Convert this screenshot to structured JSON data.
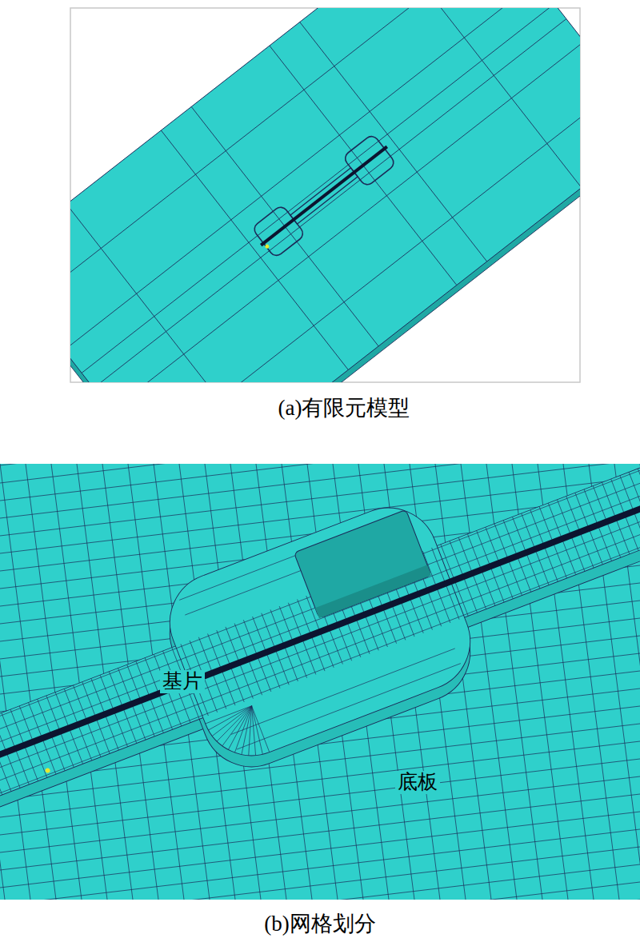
{
  "diagram": {
    "labels": [
      "(a)有限元模型",
      "基片",
      "底板",
      "(b)网格划分"
    ]
  }
}
